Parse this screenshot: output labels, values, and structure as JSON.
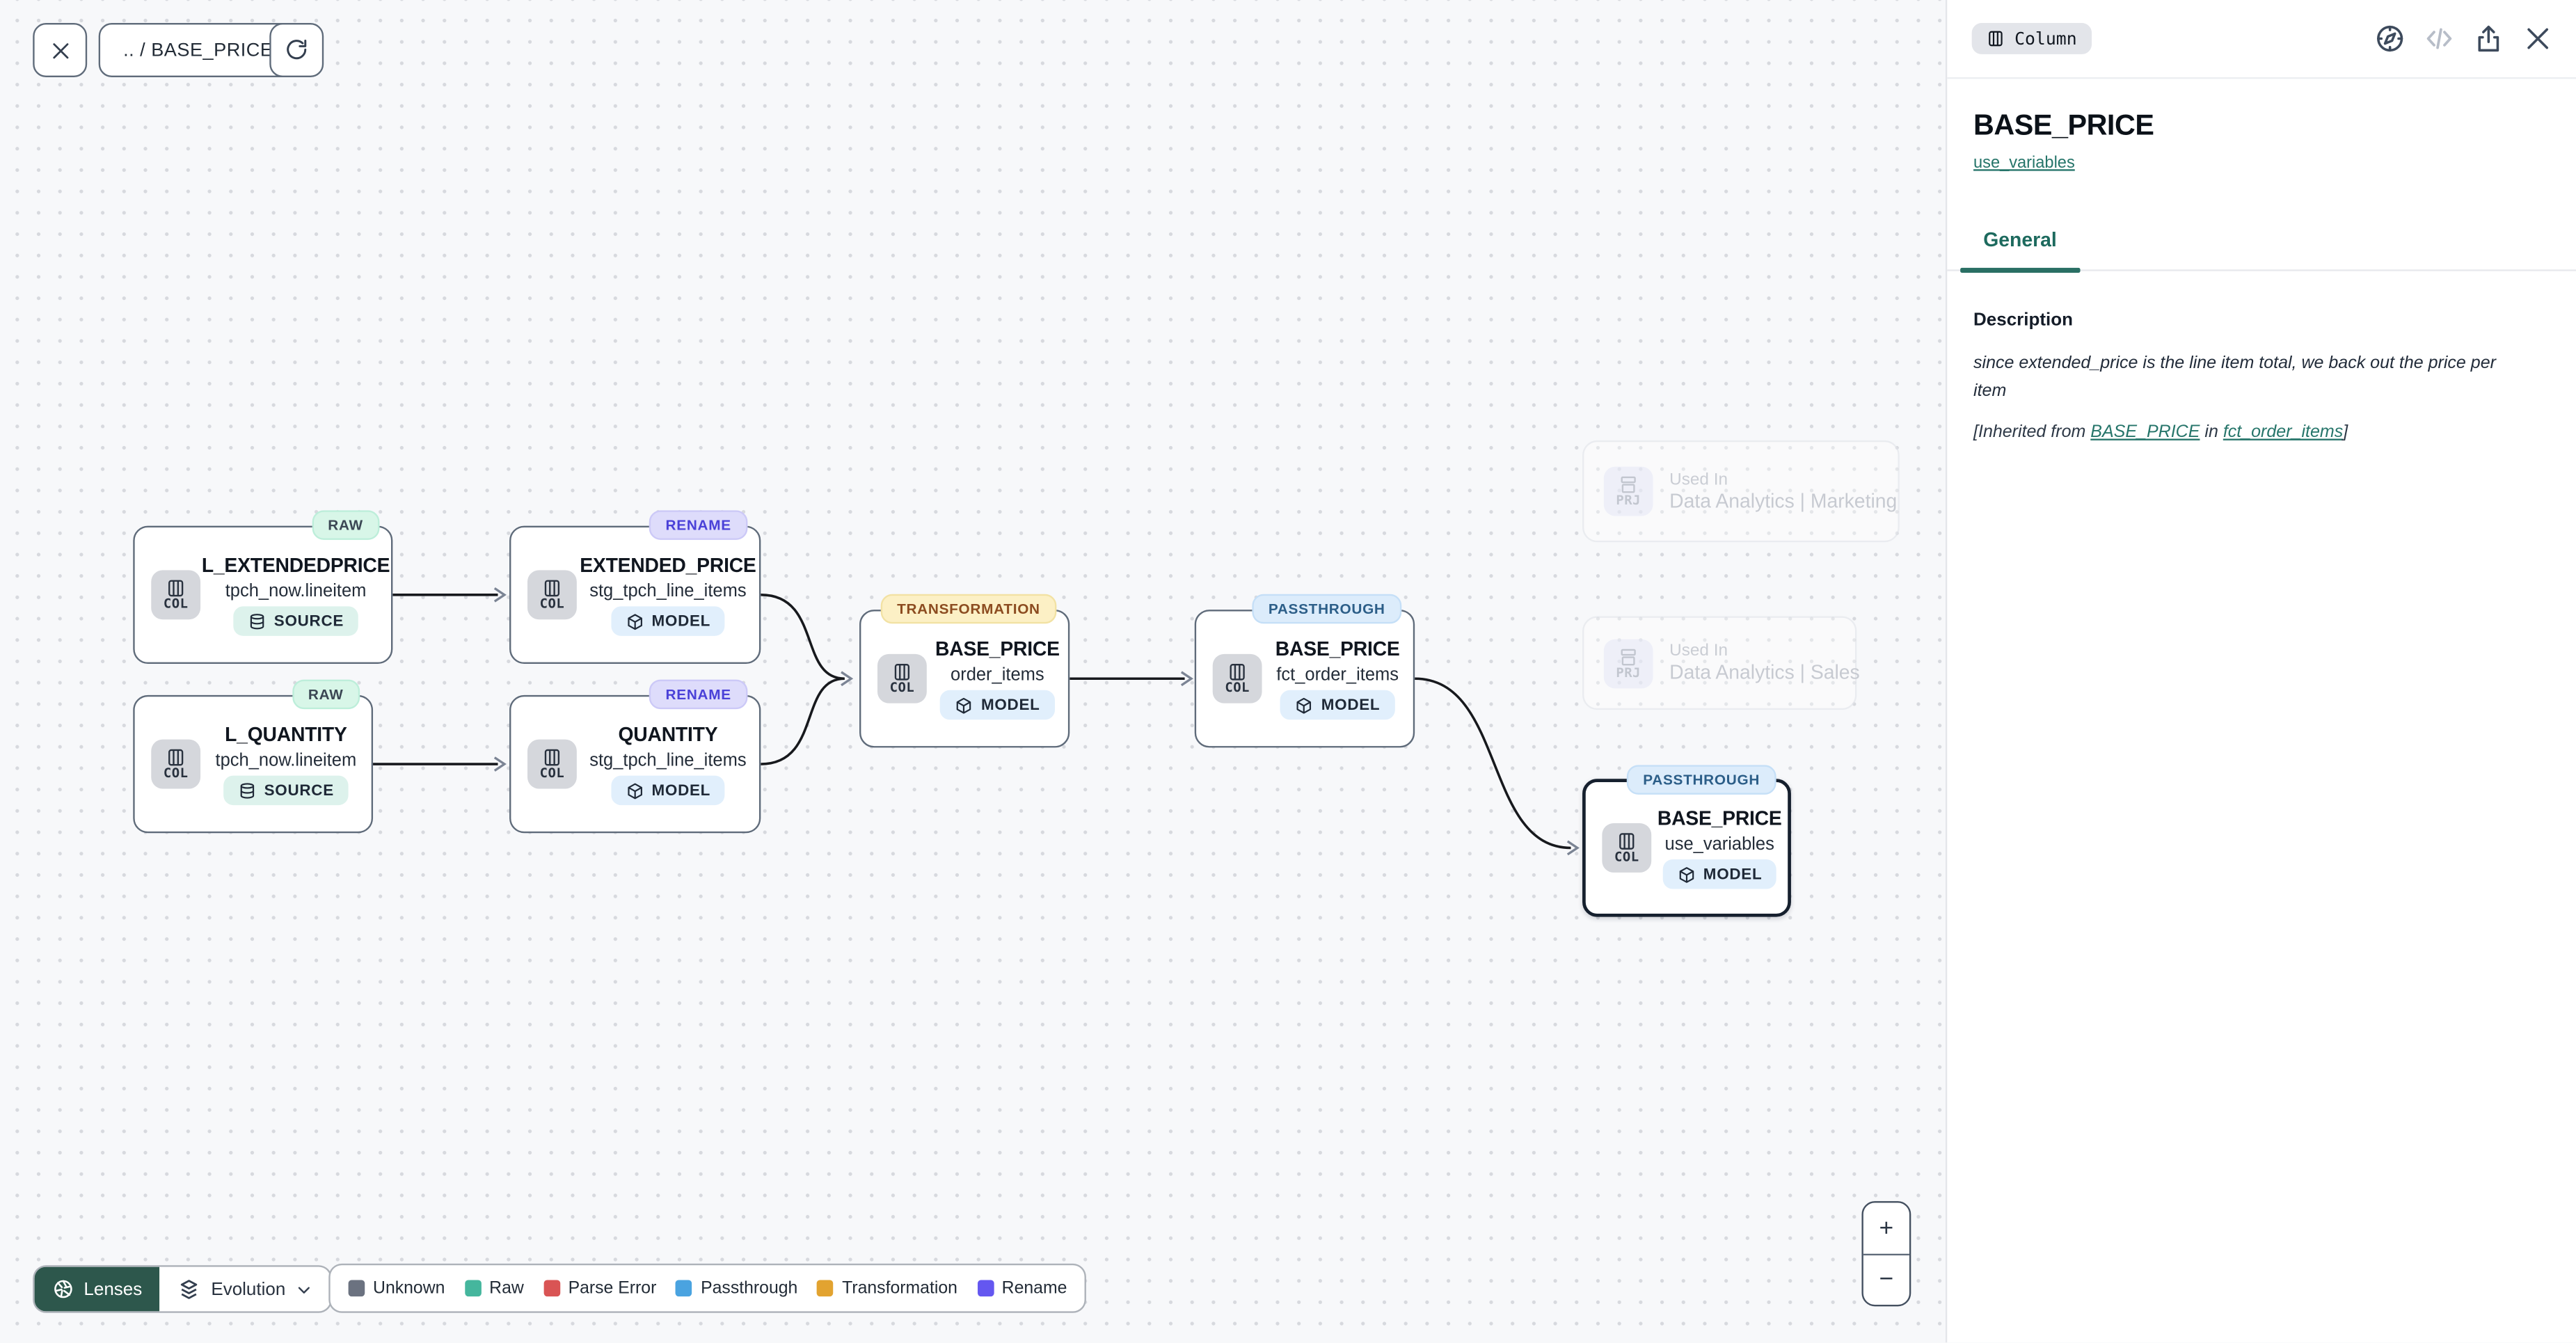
{
  "toolbar": {
    "breadcrumb": ".. / BASE_PRICE",
    "close_icon": "x-icon",
    "refresh_icon": "refresh-icon"
  },
  "panel": {
    "type_badge": "Column",
    "title": "BASE_PRICE",
    "model_link": "use_variables",
    "tabs": [
      {
        "label": "General",
        "active": true
      }
    ],
    "description": {
      "label": "Description",
      "body": "since extended_price is the line item total, we back out the price per item",
      "inherited_prefix": "[Inherited from ",
      "inherited_link_column": "BASE_PRICE",
      "inherited_mid": " in ",
      "inherited_link_model": "fct_order_items",
      "inherited_suffix": "]"
    },
    "icons": [
      "compass-icon",
      "code-icon",
      "share-icon",
      "close-icon"
    ]
  },
  "nodes": [
    {
      "badge": "RAW",
      "chip": "COL",
      "title": "L_EXTENDEDPRICE",
      "subtitle": "tpch_now.lineitem",
      "type": "SOURCE"
    },
    {
      "badge": "RENAME",
      "chip": "COL",
      "title": "EXTENDED_PRICE",
      "subtitle": "stg_tpch_line_items",
      "type": "MODEL"
    },
    {
      "badge": "RAW",
      "chip": "COL",
      "title": "L_QUANTITY",
      "subtitle": "tpch_now.lineitem",
      "type": "SOURCE"
    },
    {
      "badge": "RENAME",
      "chip": "COL",
      "title": "QUANTITY",
      "subtitle": "stg_tpch_line_items",
      "type": "MODEL"
    },
    {
      "badge": "TRANSFORMATION",
      "chip": "COL",
      "title": "BASE_PRICE",
      "subtitle": "order_items",
      "type": "MODEL"
    },
    {
      "badge": "PASSTHROUGH",
      "chip": "COL",
      "title": "BASE_PRICE",
      "subtitle": "fct_order_items",
      "type": "MODEL"
    },
    {
      "badge": "PASSTHROUGH",
      "chip": "COL",
      "title": "BASE_PRICE",
      "subtitle": "use_variables",
      "type": "MODEL",
      "selected": true
    }
  ],
  "ghost_cards": [
    {
      "chip": "PRJ",
      "label": "Used In",
      "value": "Data Analytics | Marketing"
    },
    {
      "chip": "PRJ",
      "label": "Used In",
      "value": "Data Analytics | Sales"
    }
  ],
  "lenses": {
    "button_label": "Lenses",
    "selected_lens": "Evolution"
  },
  "legend": [
    {
      "label": "Unknown",
      "color": "#6b7280"
    },
    {
      "label": "Raw",
      "color": "#45b69d"
    },
    {
      "label": "Parse Error",
      "color": "#d95454"
    },
    {
      "label": "Passthrough",
      "color": "#4aa3e0"
    },
    {
      "label": "Transformation",
      "color": "#e2a330"
    },
    {
      "label": "Rename",
      "color": "#6457f0"
    }
  ],
  "zoom_controls": {
    "zoom_in": "+",
    "zoom_out": "−"
  },
  "accent_colors": {
    "teal_link": "#26756a",
    "lenses_bg": "#2d574c",
    "selected_border": "#16202e"
  }
}
